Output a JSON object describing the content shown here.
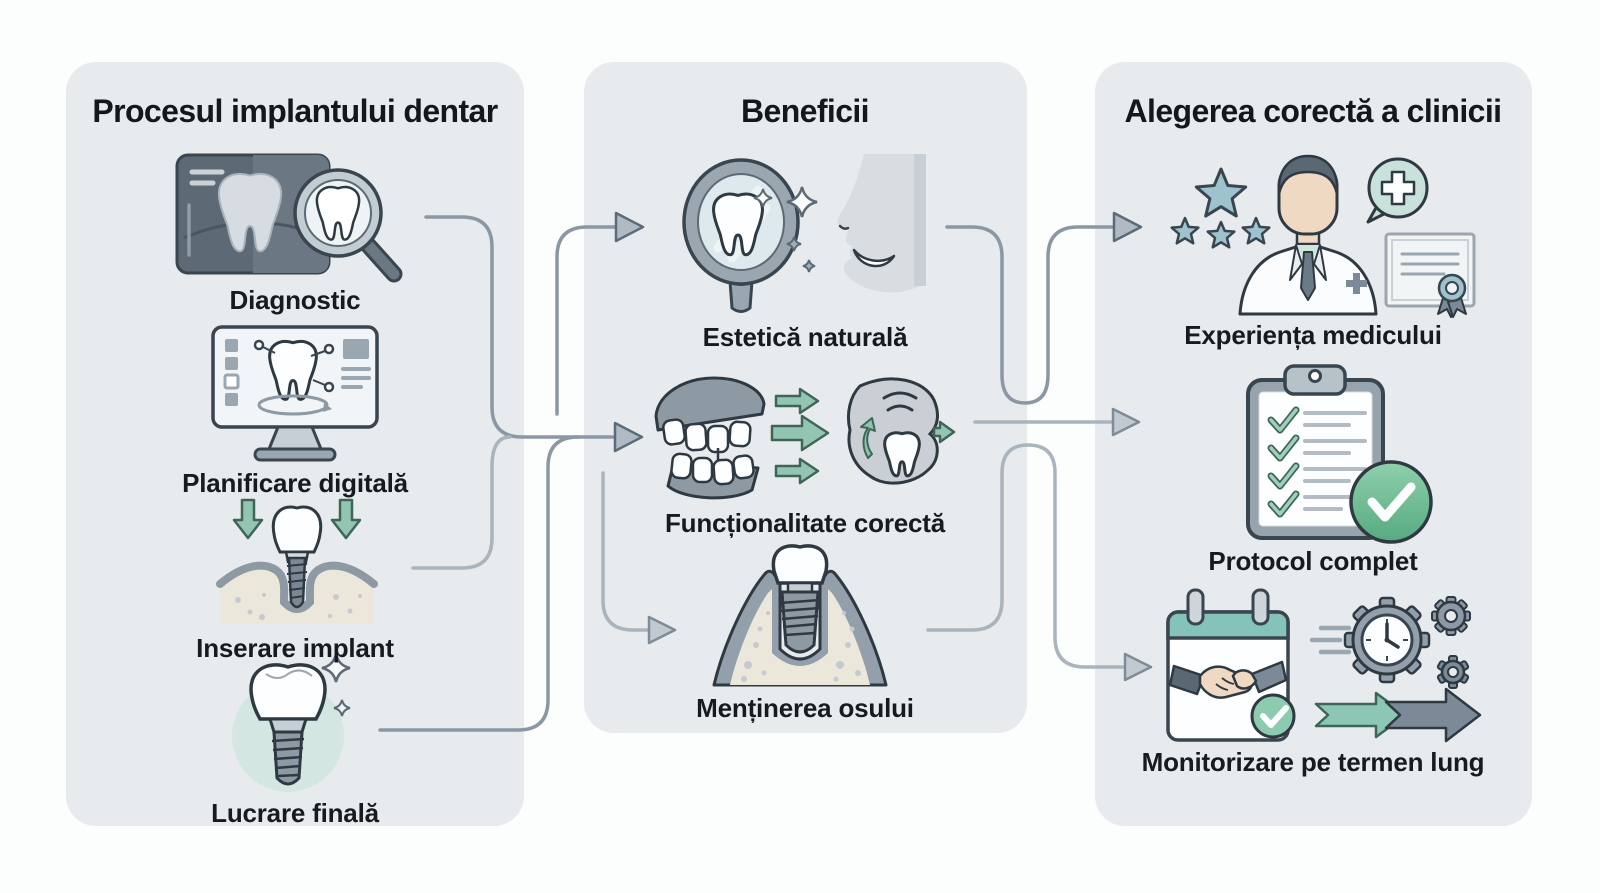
{
  "diagram": {
    "background": "#fcfdfd",
    "panel_color": "#e8ebee",
    "accent_teal": "#93c6b2",
    "accent_green": "#63b88f",
    "connector_color": "#8b98a3",
    "arrowhead_color": "#b0bac4",
    "columns": [
      {
        "title": "Procesul implantului dentar",
        "items": [
          {
            "label": "Diagnostic",
            "icon": "xray-magnifier-icon"
          },
          {
            "label": "Planificare digitală",
            "icon": "digital-planning-monitor-icon"
          },
          {
            "label": "Inserare implant",
            "icon": "implant-insertion-icon"
          },
          {
            "label": "Lucrare finală",
            "icon": "final-restoration-icon"
          }
        ]
      },
      {
        "title": "Beneficii",
        "items": [
          {
            "label": "Estetică naturală",
            "icon": "mirror-smile-icon"
          },
          {
            "label": "Funcționalitate corectă",
            "icon": "bite-function-icon"
          },
          {
            "label": "Menținerea osului",
            "icon": "bone-preservation-icon"
          }
        ]
      },
      {
        "title": "Alegerea corectă a clinicii",
        "items": [
          {
            "label": "Experiența medicului",
            "icon": "doctor-experience-icon"
          },
          {
            "label": "Protocol complet",
            "icon": "checklist-protocol-icon"
          },
          {
            "label": "Monitorizare pe termen lung",
            "icon": "long-term-monitoring-icon"
          }
        ]
      }
    ],
    "flows": [
      {
        "from": "Diagnostic",
        "to": "Beneficii"
      },
      {
        "from": "Inserare implant",
        "to": "Beneficii"
      },
      {
        "from": "Lucrare finală",
        "to": "Beneficii"
      },
      {
        "from": "Estetică naturală",
        "to": "Experiența medicului"
      },
      {
        "from": "Funcționalitate corectă",
        "to": "Protocol complet"
      },
      {
        "from": "Menținerea osului",
        "to": "Monitorizare pe termen lung"
      }
    ]
  }
}
